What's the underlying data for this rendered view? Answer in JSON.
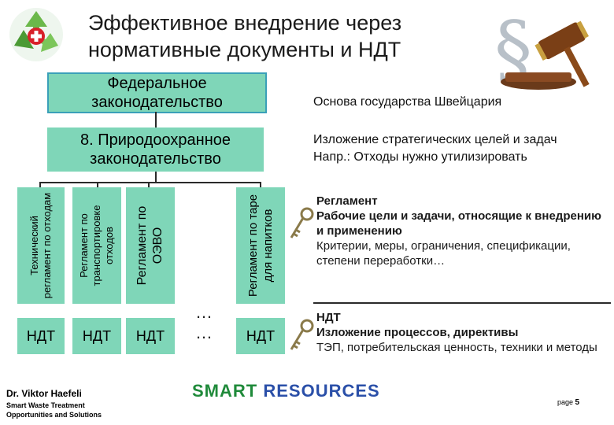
{
  "title": "Эффективное внедрение через нормативные документы и НДТ",
  "boxes": {
    "federal": "Федеральное законодательство",
    "env": "8. Природоохранное законодательство"
  },
  "notes": {
    "basis": "Основа государства Швейцария",
    "goals_line1": "Изложение стратегических целей и задач",
    "goals_line2": "Напр.: Отходы нужно утилизировать"
  },
  "columns": [
    {
      "label": "Технический регламент по отходам",
      "ndt": "НДТ"
    },
    {
      "label": "Регламент по транспортировке отходов",
      "ndt": "НДТ"
    },
    {
      "label": "Регламент по ОЭВО",
      "ndt": "НДТ"
    },
    {
      "label": "…",
      "ndt": "…"
    },
    {
      "label": "Регламент по таре для напитков",
      "ndt": "НДТ"
    }
  ],
  "reglament_panel": {
    "heading": "Регламент",
    "line1": "Рабочие цели и задачи, относящие к внедрению и применению",
    "line2": "Критерии, меры, ограничения, спецификации, степени переработки…"
  },
  "ndt_panel": {
    "heading": "НДТ",
    "line1": "Изложение процессов, директивы",
    "line2": "ТЭП, потребительская ценность, техники и методы"
  },
  "footer": {
    "author": "Dr. Viktor Haefeli",
    "org_line1": "Smart Waste Treatment",
    "org_line2": "Opportunities and Solutions",
    "brand_a": "SMART",
    "brand_b": "RESOURCES",
    "page_label": "page",
    "page_number": "5"
  },
  "colors": {
    "box_fill": "#7fd6b8",
    "brand_green": "#1f8a3a",
    "brand_blue": "#2a4fa8"
  },
  "icons": [
    "recycle-swiss-logo-icon",
    "gavel-paragraph-icon",
    "key-icon"
  ]
}
